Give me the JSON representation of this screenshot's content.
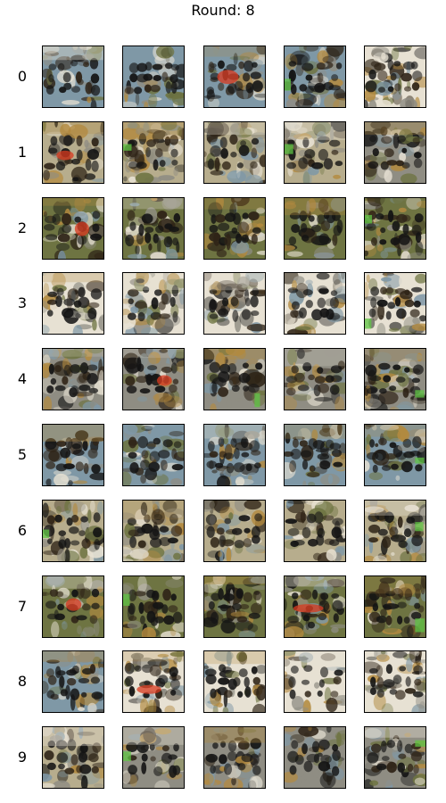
{
  "title": "Round: 8",
  "row_labels": [
    "0",
    "1",
    "2",
    "3",
    "4",
    "5",
    "6",
    "7",
    "8",
    "9"
  ],
  "columns_per_row": 5,
  "image_description_free": true,
  "palette": {
    "background_white": "#ffffff",
    "border_black": "#000000",
    "muted_khaki": "#b7ad8d",
    "stone_gray": "#8f8d83",
    "olive_green": "#6e7442",
    "sky_blue_gray": "#7f98a6",
    "ochre": "#b38a3f",
    "dark_brown": "#2f2417",
    "near_black": "#141414",
    "offwhite": "#e7e1d3",
    "accent_red": "#d83a1f",
    "accent_green": "#5fc444"
  }
}
